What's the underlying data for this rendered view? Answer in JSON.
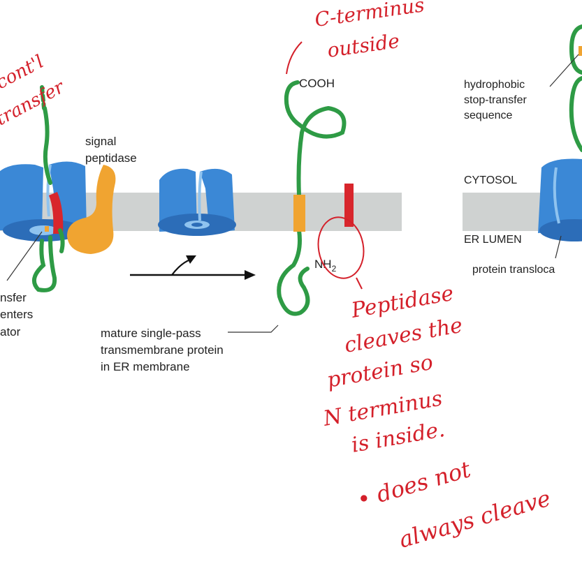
{
  "labels": {
    "signal_peptidase": [
      "signal",
      "peptidase"
    ],
    "cooh": "COOH",
    "nh2_main": "NH",
    "nh2_sub": "2",
    "mature": [
      "mature single-pass",
      "transmembrane protein",
      "in ER membrane"
    ],
    "left_cut": [
      "nsfer",
      "enters",
      "ator"
    ],
    "stop_transfer": [
      "hydrophobic",
      "stop-transfer",
      "sequence"
    ],
    "cytosol": "CYTOSOL",
    "er_lumen": "ER LUMEN",
    "translocator": "protein transloca"
  },
  "annotations": {
    "c_terminus": [
      "C-terminus",
      "outside"
    ],
    "left_note": [
      "cont'l",
      "transfer"
    ],
    "peptidase_note": [
      "Peptidase",
      "cleaves the",
      "protein so",
      "N terminus",
      "is inside."
    ],
    "always_note": [
      "• does not",
      "always cleave"
    ]
  },
  "colors": {
    "membrane": "#cfd2d1",
    "translocator": "#3b88d6",
    "translocator_light": "#8fc3ef",
    "protein": "#2e9b45",
    "signal_anchor": "#d8262c",
    "peptidase": "#f0a431",
    "annotation": "#d4202a"
  }
}
